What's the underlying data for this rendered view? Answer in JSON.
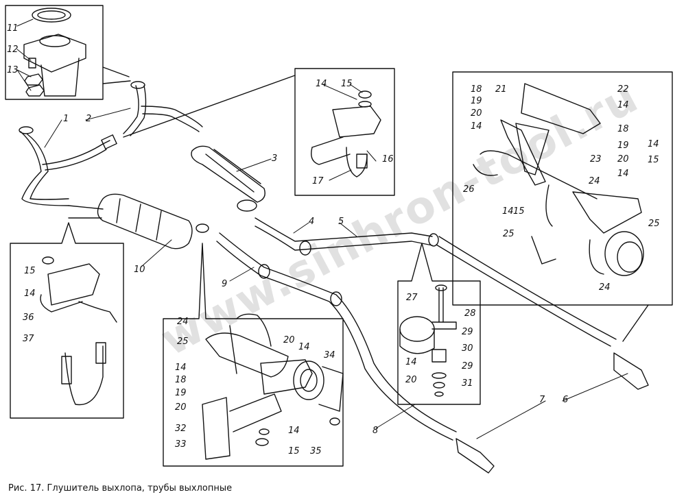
{
  "caption": "Рис. 17. Глушитель выхлопа, трубы выхлопные",
  "watermark": "www.sinhron-tool.ru",
  "callouts": {
    "c1": "1",
    "c2": "2",
    "c3": "3",
    "c4": "4",
    "c5": "5",
    "c6": "6",
    "c7": "7",
    "c8": "8",
    "c9": "9",
    "c10": "10",
    "c11": "11",
    "c12": "12",
    "c13": "13",
    "p1_14": "14",
    "p1_15": "15",
    "p1_16": "16",
    "p1_17": "17",
    "p2_18a": "18",
    "p2_21": "21",
    "p2_22": "22",
    "p2_19a": "19",
    "p2_20a": "20",
    "p2_14a": "14",
    "p2_14b": "14",
    "p2_18b": "18",
    "p2_14c": "14",
    "p2_19b": "19",
    "p2_20b": "20",
    "p2_23": "23",
    "p2_15a": "15",
    "p2_26": "26",
    "p2_24a": "24",
    "p2_14d": "14",
    "p2_14e": "14",
    "p2_15b": "15",
    "p2_25a": "25",
    "p2_25b": "25",
    "p2_24b": "24",
    "p3_15": "15",
    "p3_14": "14",
    "p3_36": "36",
    "p3_37": "37",
    "p4_24": "24",
    "p4_25": "25",
    "p4_20": "20",
    "p4_14a": "14",
    "p4_34": "34",
    "p4_14b": "14",
    "p4_18": "18",
    "p4_19": "19",
    "p4_20b": "20",
    "p4_32": "32",
    "p4_33": "33",
    "p4_14c": "14",
    "p4_15": "15",
    "p4_35": "35",
    "p5_27": "27",
    "p5_28": "28",
    "p5_29a": "29",
    "p5_30": "30",
    "p5_29b": "29",
    "p5_14": "14",
    "p5_31": "31",
    "p5_20": "20"
  },
  "colors": {
    "ink": "#111111",
    "paper": "#ffffff",
    "watermark": "#bdbdbd"
  }
}
